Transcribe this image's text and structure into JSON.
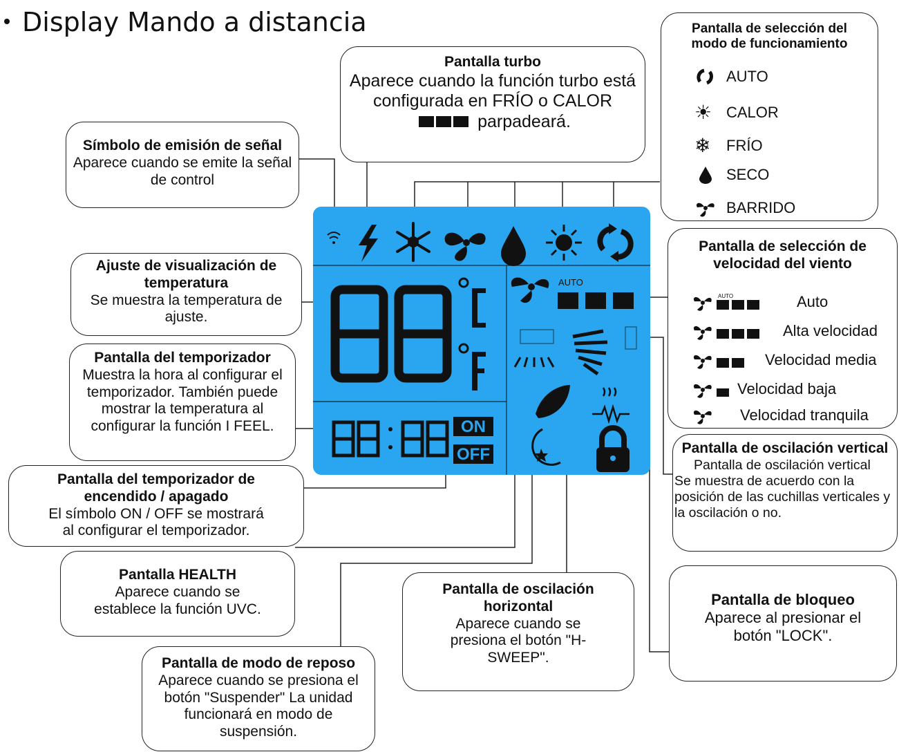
{
  "title": "Display Mando a distancia",
  "mode_box": {
    "title": "Pantalla de selección del modo de funcionamiento",
    "items": [
      {
        "icon": "auto-icon",
        "label": "AUTO"
      },
      {
        "icon": "sun-icon",
        "label": "CALOR"
      },
      {
        "icon": "snowflake-icon",
        "label": "FRÍO"
      },
      {
        "icon": "drop-icon",
        "label": "SECO"
      },
      {
        "icon": "fan-icon",
        "label": "BARRIDO"
      }
    ]
  },
  "turbo_box": {
    "title": "Pantalla turbo",
    "body_a": "Aparece cuando la función turbo está configurada en FRÍO o CALOR",
    "body_b": "parpadeará."
  },
  "signal_box": {
    "title": "Símbolo de emisión de señal",
    "body": "Aparece cuando se emite la señal de control"
  },
  "temp_box": {
    "title": "Ajuste de visualización de temperatura",
    "body": "Se muestra la temperatura de ajuste."
  },
  "timer_box": {
    "title": "Pantalla del temporizador",
    "body": "Muestra la hora al configurar el temporizador. También puede mostrar la temperatura al configurar la función I FEEL."
  },
  "onoff_box": {
    "title": "Pantalla del temporizador de encendido / apagado",
    "body": "El símbolo ON / OFF se mostrará al configurar el temporizador."
  },
  "health_box": {
    "title": "Pantalla HEALTH",
    "body": "Aparece cuando se establece la función UVC."
  },
  "sleep_box": {
    "title": "Pantalla de modo de reposo",
    "body": "Aparece cuando se presiona el botón \"Suspender\" La unidad funcionará en modo de suspensión."
  },
  "hswing_box": {
    "title": "Pantalla de oscilación horizontal",
    "body": "Aparece cuando se presiona el botón  \"H-SWEEP\"."
  },
  "lock_box": {
    "title": "Pantalla de bloqueo",
    "body": "Aparece al presionar el botón \"LOCK\"."
  },
  "vswing_box": {
    "title": "Pantalla de oscilación vertical",
    "body_a": "Pantalla de oscilación vertical",
    "body_b": "Se muestra de acuerdo con la posición de las cuchillas verticales y la oscilación o no."
  },
  "speed_box": {
    "title": "Pantalla de selección de velocidad del viento",
    "items": [
      {
        "label": "Auto",
        "bars": 3,
        "auto": true
      },
      {
        "label": "Alta velocidad",
        "bars": 3
      },
      {
        "label": "Velocidad media",
        "bars": 2
      },
      {
        "label": "Velocidad baja",
        "bars": 1
      },
      {
        "label": "Velocidad tranquila",
        "bars": 0
      }
    ]
  },
  "lcd": {
    "digits_main": "88",
    "unit_c": "°C",
    "unit_f": "°F",
    "timer_digits": "88:88",
    "on_label": "ON",
    "off_label": "OFF",
    "auto_label": "AUTO"
  },
  "colors": {
    "lcd_bg": "#2aa6f0",
    "segment": "#111111"
  }
}
